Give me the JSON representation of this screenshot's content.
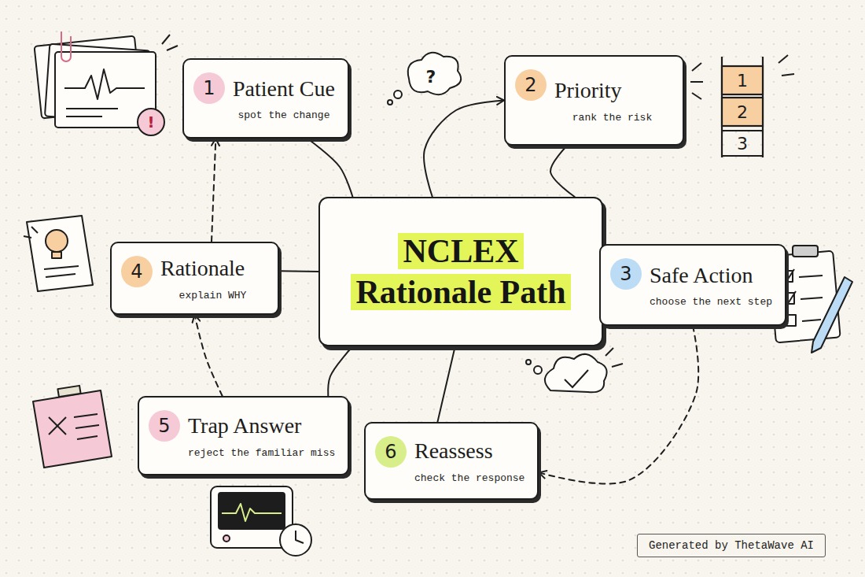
{
  "diagram": {
    "nodes": [
      {
        "text": [
          "Patient Cue",
          "spot the change"
        ]
      },
      {
        "text": [
          "1"
        ],
        "in": 0
      },
      {
        "text": [
          "Priority",
          "rank the risk"
        ]
      },
      {
        "text": [
          "2"
        ],
        "in": 2
      },
      {
        "text": [
          "NCLEX Rationale Path"
        ]
      },
      {
        "text": [
          "Safe Action",
          "choose the next step"
        ]
      },
      {
        "text": [
          "3"
        ],
        "in": 5
      },
      {
        "text": [
          "Rationale",
          "explain WHY"
        ]
      },
      {
        "text": [
          "4"
        ],
        "in": 7
      },
      {
        "text": [
          "Trap Answer",
          "reject the familiar miss"
        ]
      },
      {
        "text": [
          "5"
        ],
        "in": 9
      },
      {
        "text": [
          "Reassess",
          "check the response"
        ]
      },
      {
        "text": [
          "6"
        ],
        "in": 11
      }
    ],
    "edges": [
      {
        "from": 4,
        "to": 0,
        "arrow": "none"
      },
      {
        "from": 4,
        "to": 2,
        "arrow": "none"
      },
      {
        "from": 4,
        "to": 5,
        "arrow": "none"
      },
      {
        "from": 4,
        "to": 7,
        "arrow": "none"
      },
      {
        "from": 4,
        "to": 9,
        "arrow": "none"
      },
      {
        "from": 4,
        "to": 11,
        "arrow": "none"
      },
      {
        "from": 4,
        "to": 2,
        "arrow": "to"
      },
      {
        "from": 7,
        "to": 0,
        "arrow": "to"
      },
      {
        "from": 9,
        "to": 7,
        "arrow": "to"
      },
      {
        "from": 5,
        "to": 11,
        "arrow": "to"
      }
    ],
    "labels": [
      "!",
      "?",
      "1",
      "2",
      "3",
      "Generated by ThetaWave AI"
    ]
  }
}
